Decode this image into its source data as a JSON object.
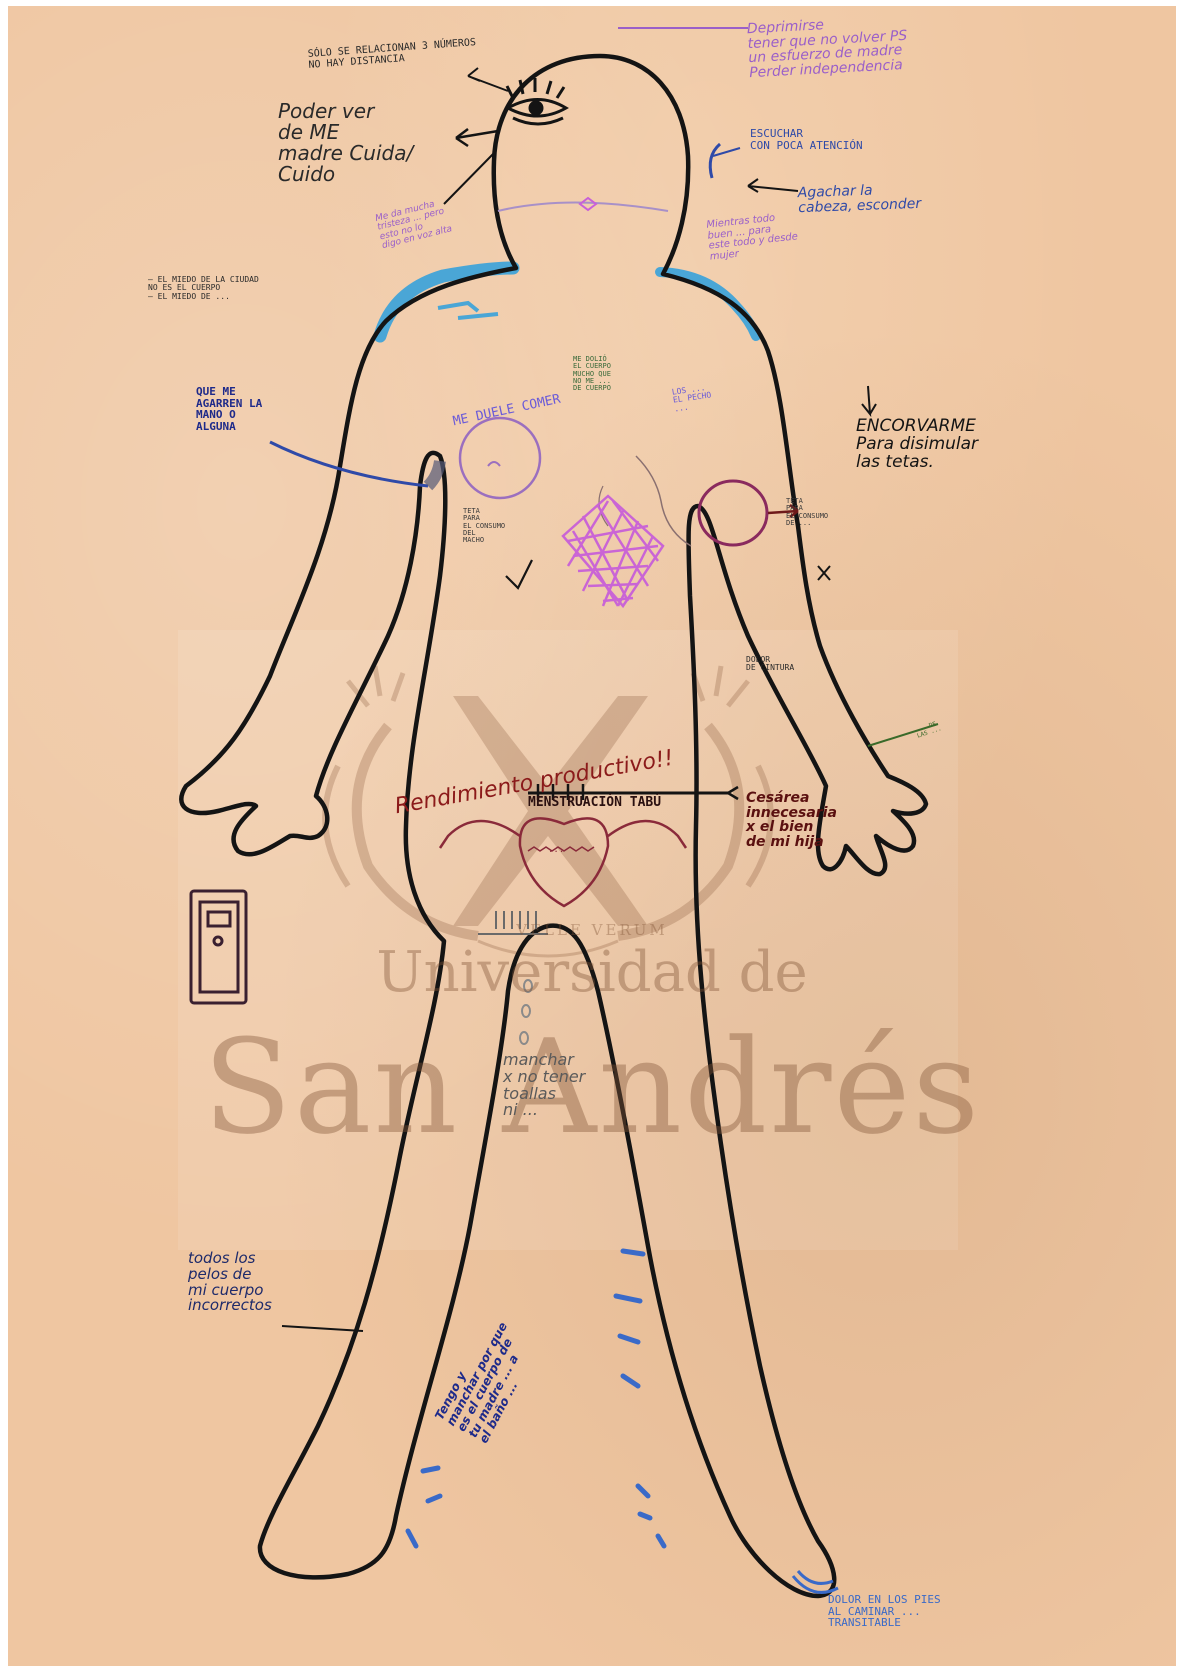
{
  "colors": {
    "paper": "#efc6a1",
    "outline": "#141414",
    "purple": "#9a5fc9",
    "blue": "#2f4aa8",
    "lightblue": "#4aa6d6",
    "maroon": "#6e1a1a",
    "magenta": "#c860d8",
    "watermark": "#8a5a3c"
  },
  "watermark": {
    "university_line1": "Universidad de",
    "university_line2": "San Andrés",
    "motto": "VELLE VERUM"
  },
  "annotations": {
    "eye": "Sólo se relacionan 3 números\nno hay distancia",
    "care": "Poder ver\nde ME\nmadre Cuida/\nCuido",
    "depression": "Deprimirse\ntener que no volver PS\nun esfuerzo de madre\nPerder independencia",
    "ear": "Escuchar\ncon poca atención",
    "head_down": "Agachar la\ncabeza, esconder",
    "purple_neck": "Me da mucha\ntristeza ... pero\nesto no lo\ndigo en voz alta",
    "purple_right_neck": "Mientras todo\nbuen ... para\neste todo y desde\nmujer",
    "side_note": "– El miedo de la ciudad\nno es el cuerpo\n– El miedo de ...",
    "arm_left": "Que me\nagarren la\nmano o\nalguna",
    "chest_center": "Me dolió\nel cuerpo\nmucho que\nno me ...\nde cuerpo",
    "chest_purple": "Los ...\nel pecho\n...",
    "hunch": "ENCORVARME\nPara disimular\nlas tetas.",
    "heart": "ME DUELE COMER",
    "left_breast": "TETA\nPARA\nEL CONSUMO\nDEL\nMACHO",
    "right_breast": "TETA\nPARA\nEL CONSUMO\nDE ...",
    "waist": "DOLOR\nDE CINTURA",
    "hand_right": "... de\nlas ...",
    "productive": "Rendimiento productivo!!",
    "menstruation": "MENSTRUACIÓN TABÚ",
    "cesarean": "Cesárea\ninnecesaria\nx el bien\nde mi hija",
    "uterus": "...",
    "stain": "manchar\nx no tener\ntoallas\nni ...",
    "hair": "todos los\npelos de\nmi cuerpo\nincorrectos",
    "legs": "Tengo y\nmanchar por que\nes el cuerpo de\ntu madre ... a\nel baño ...",
    "feet": "DOLOR EN LOS PIES\nAL CAMINAR ...\nTRANSITABLE"
  }
}
